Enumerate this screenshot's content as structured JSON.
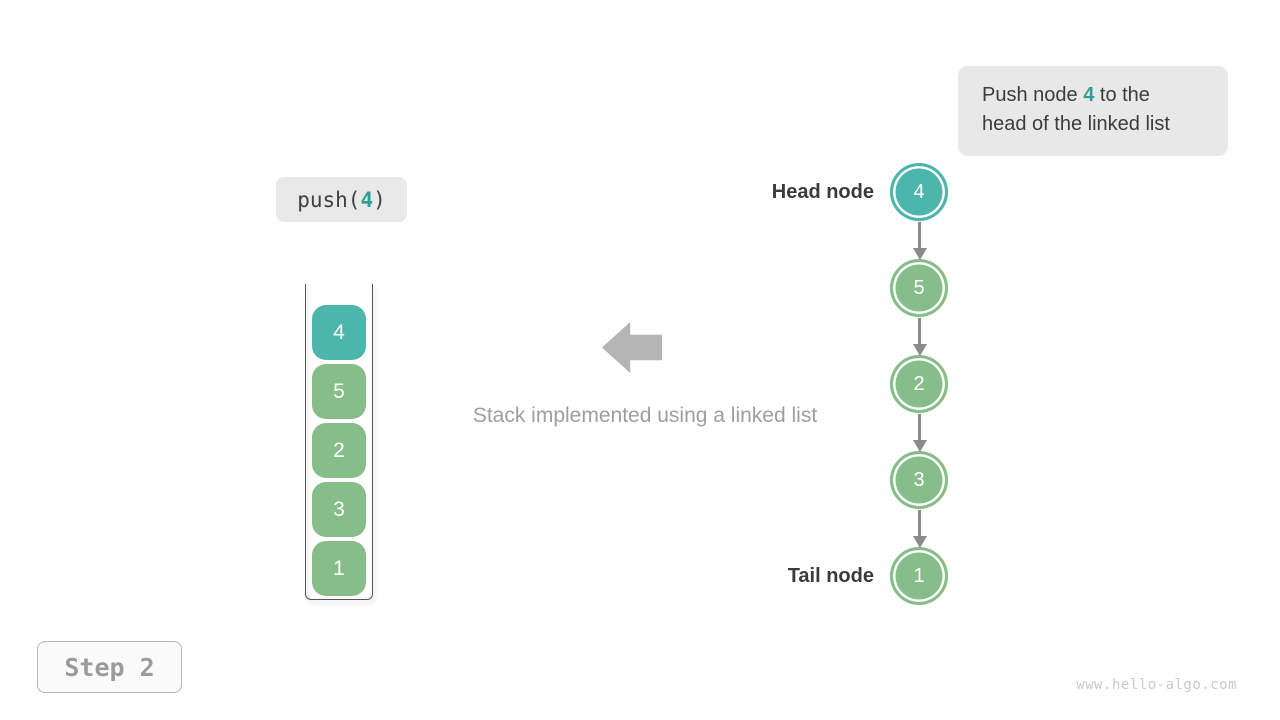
{
  "colors": {
    "new_node": "#4cb5ac",
    "node": "#87bd88",
    "accent_text": "#2e9e96",
    "arrow_gray": "#8b8b8b",
    "block_arrow_gray": "#b4b4b4"
  },
  "annotation": {
    "prefix": "Push node ",
    "highlight": "4",
    "suffix": " to the head of the linked list"
  },
  "code_call": {
    "prefix": "push(",
    "arg": "4",
    "suffix": ")"
  },
  "stack": {
    "items": [
      {
        "value": "4",
        "type": "new"
      },
      {
        "value": "5",
        "type": "normal"
      },
      {
        "value": "2",
        "type": "normal"
      },
      {
        "value": "3",
        "type": "normal"
      },
      {
        "value": "1",
        "type": "normal"
      }
    ]
  },
  "caption": "Stack implemented using a linked list",
  "linked_list": {
    "head_label": "Head node",
    "tail_label": "Tail node",
    "nodes": [
      {
        "value": "4",
        "type": "new"
      },
      {
        "value": "5",
        "type": "normal"
      },
      {
        "value": "2",
        "type": "normal"
      },
      {
        "value": "3",
        "type": "normal"
      },
      {
        "value": "1",
        "type": "normal"
      }
    ]
  },
  "step_label": "Step 2",
  "watermark": "www.hello-algo.com"
}
